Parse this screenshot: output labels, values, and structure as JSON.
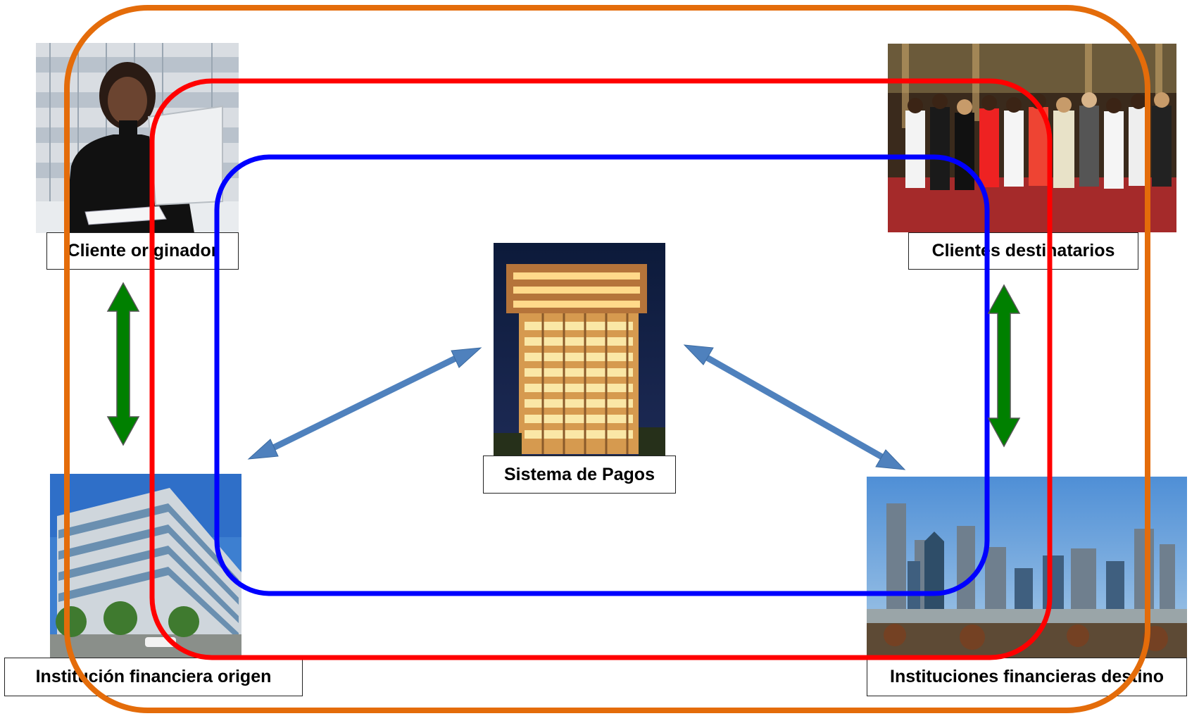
{
  "nodes": {
    "originator": {
      "label": "Cliente originador",
      "image": "woman-at-computer-photo"
    },
    "recipients": {
      "label": "Clientes destinatarios",
      "image": "group-of-people-photo"
    },
    "payment_system": {
      "label": "Sistema de Pagos",
      "image": "central-bank-building-photo"
    },
    "origin_institution": {
      "label": "Institución financiera origen",
      "image": "office-building-photo"
    },
    "destination_institutions": {
      "label": "Instituciones financieras destino",
      "image": "city-skyline-photo"
    }
  },
  "colors": {
    "outer_frame": "#E46C0A",
    "middle_frame": "#FF0000",
    "inner_frame": "#0000FF",
    "client_link_arrows": "#008000",
    "system_link_arrows": "#4F81BD"
  }
}
